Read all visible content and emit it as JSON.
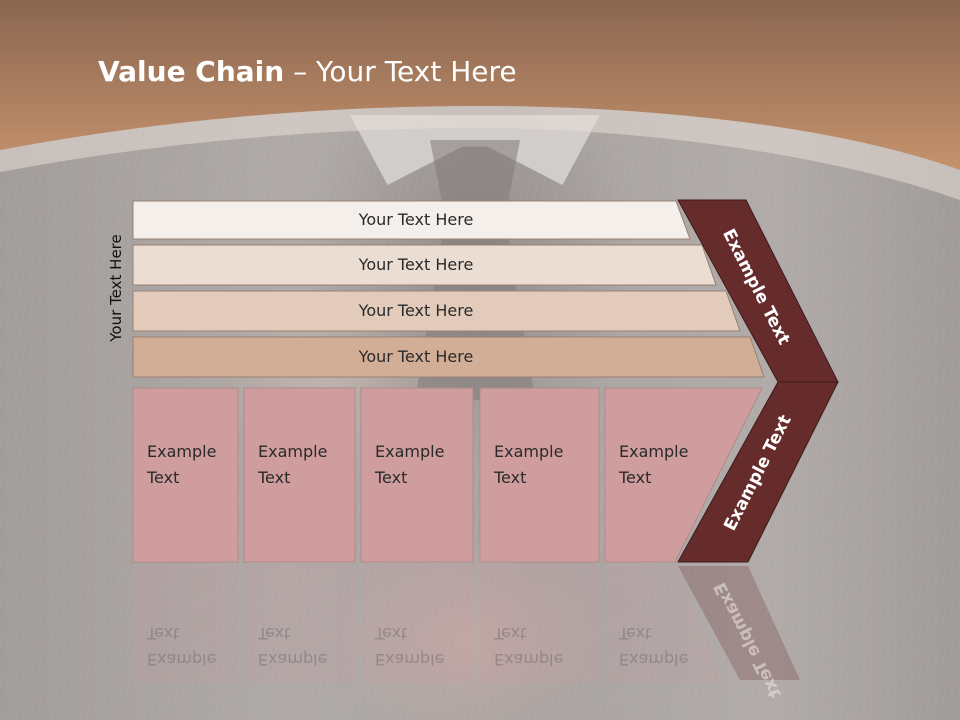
{
  "slide": {
    "title_bold": "Value Chain",
    "title_rest": " – Your Text Here",
    "vertical_label": "Your Text Here"
  },
  "rows": [
    {
      "label": "Your Text Here",
      "fill": "#f4efeb"
    },
    {
      "label": "Your Text Here",
      "fill": "#ecddd2"
    },
    {
      "label": "Your Text Here",
      "fill": "#e2cbbb"
    },
    {
      "label": "Your Text Here",
      "fill": "#d3ae96"
    }
  ],
  "boxes": [
    {
      "label": "Example\nText"
    },
    {
      "label": "Example\nText"
    },
    {
      "label": "Example\nText"
    },
    {
      "label": "Example\nText"
    },
    {
      "label": "Example\nText"
    }
  ],
  "chevrons": {
    "upper_label": "Example Text",
    "lower_label": "Example Text",
    "fill": "#662c2c"
  },
  "colors": {
    "header_band": "#c08e6c",
    "box_fill": "#cf9d9e",
    "row_border": "#9a8070"
  }
}
